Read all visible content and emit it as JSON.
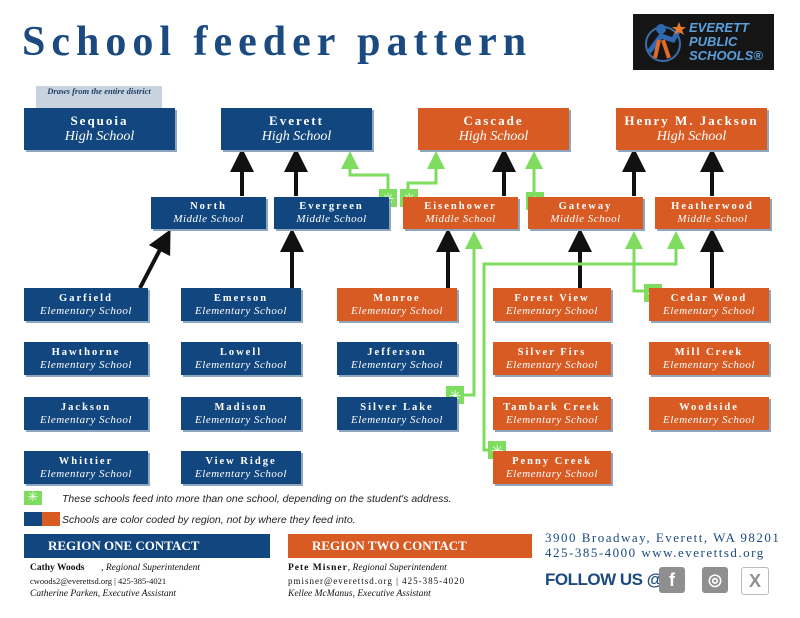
{
  "page": {
    "title": "School feeder pattern",
    "note": "Draws from the entire district"
  },
  "logo": {
    "line1": "EVERETT",
    "line2": "PUBLIC",
    "line3": "SCHOOLS®"
  },
  "colors": {
    "region_one": "#12467f",
    "region_two": "#d85b24",
    "multi_feed_line": "#7edc5e",
    "single_feed_arrow": "#111111"
  },
  "high_schools": [
    {
      "name": "Sequoia",
      "type": "High School",
      "region": "one"
    },
    {
      "name": "Everett",
      "type": "High School",
      "region": "one"
    },
    {
      "name": "Cascade",
      "type": "High School",
      "region": "two"
    },
    {
      "name": "Henry M. Jackson",
      "type": "High School",
      "region": "two"
    }
  ],
  "middle_schools": [
    {
      "name": "North",
      "type": "Middle School",
      "region": "one"
    },
    {
      "name": "Evergreen",
      "type": "Middle School",
      "region": "one"
    },
    {
      "name": "Eisenhower",
      "type": "Middle School",
      "region": "two"
    },
    {
      "name": "Gateway",
      "type": "Middle School",
      "region": "two"
    },
    {
      "name": "Heatherwood",
      "type": "Middle School",
      "region": "two"
    }
  ],
  "elementary_schools": [
    {
      "name": "Garfield",
      "type": "Elementary School",
      "region": "one"
    },
    {
      "name": "Hawthorne",
      "type": "Elementary School",
      "region": "one"
    },
    {
      "name": "Jackson",
      "type": "Elementary School",
      "region": "one"
    },
    {
      "name": "Whittier",
      "type": "Elementary School",
      "region": "one"
    },
    {
      "name": "Emerson",
      "type": "Elementary School",
      "region": "one"
    },
    {
      "name": "Lowell",
      "type": "Elementary School",
      "region": "one"
    },
    {
      "name": "Madison",
      "type": "Elementary School",
      "region": "one"
    },
    {
      "name": "View Ridge",
      "type": "Elementary School",
      "region": "one"
    },
    {
      "name": "Monroe",
      "type": "Elementary School",
      "region": "two"
    },
    {
      "name": "Jefferson",
      "type": "Elementary School",
      "region": "one"
    },
    {
      "name": "Silver Lake",
      "type": "Elementary School",
      "region": "one"
    },
    {
      "name": "Forest View",
      "type": "Elementary School",
      "region": "two"
    },
    {
      "name": "Silver Firs",
      "type": "Elementary School",
      "region": "two"
    },
    {
      "name": "Tambark Creek",
      "type": "Elementary School",
      "region": "two"
    },
    {
      "name": "Penny Creek",
      "type": "Elementary School",
      "region": "two"
    },
    {
      "name": "Cedar Wood",
      "type": "Elementary School",
      "region": "two"
    },
    {
      "name": "Mill Creek",
      "type": "Elementary School",
      "region": "two"
    },
    {
      "name": "Woodside",
      "type": "Elementary School",
      "region": "two"
    }
  ],
  "legend": {
    "multi_feed": "These schools feed into more than one school, depending on the student's address.",
    "color_code": "Schools are color coded by region, not by where they feed into."
  },
  "region_one_contact": {
    "heading": "REGION ONE CONTACT",
    "name": "Cathy Woods",
    "role": "Regional Superintendent",
    "contact": "cwoods2@everettsd.org | 425-385-4021",
    "assistant": "Catherine Parken, Executive Assistant"
  },
  "region_two_contact": {
    "heading": "REGION TWO CONTACT",
    "name": "Pete Misner",
    "role": "Regional Superintendent",
    "contact": "pmisner@everettsd.org | 425-385-4020",
    "assistant": "Kellee McManus, Executive Assistant"
  },
  "footer": {
    "address": "3900 Broadway, Everett, WA 98201",
    "phone_web": "425-385-4000 www.everettsd.org",
    "follow": "FOLLOW US @",
    "social": [
      {
        "name": "facebook-icon",
        "glyph": "f"
      },
      {
        "name": "instagram-icon",
        "glyph": "◎"
      },
      {
        "name": "x-icon",
        "glyph": "X"
      }
    ]
  }
}
